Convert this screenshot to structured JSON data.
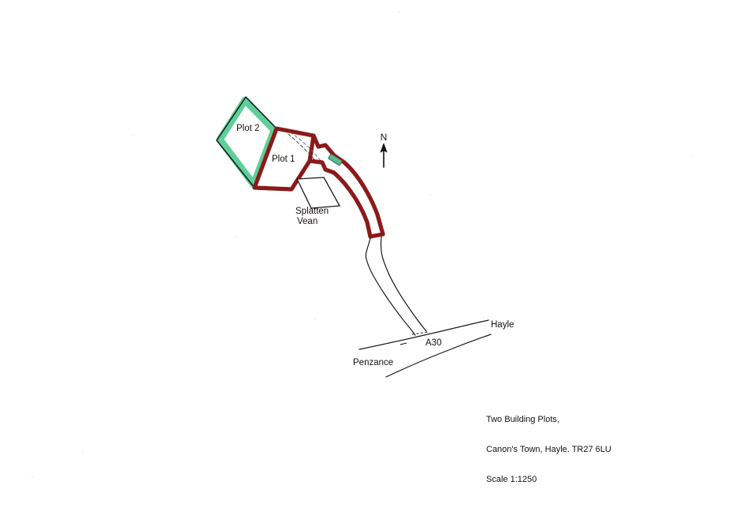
{
  "document": {
    "type": "site-plan",
    "background_color": "#ffffff"
  },
  "caption": {
    "line1": "Two Building Plots,",
    "line2": "Canon's Town, Hayle. TR27 6LU",
    "line3": "Scale 1:1250"
  },
  "map": {
    "plot2_label": "Plot 2",
    "plot1_label": "Plot 1",
    "building_label_line1": "Splatten",
    "building_label_line2": "Vean",
    "north_letter": "N",
    "road_name": "A30",
    "road_direction_east": "Hayle",
    "road_direction_west": "Penzance"
  },
  "colors": {
    "boundary_red": "#8B1A1A",
    "plot_green": "#5FCF9A",
    "outline_black": "#1a1a1a",
    "paper": "#ffffff"
  }
}
